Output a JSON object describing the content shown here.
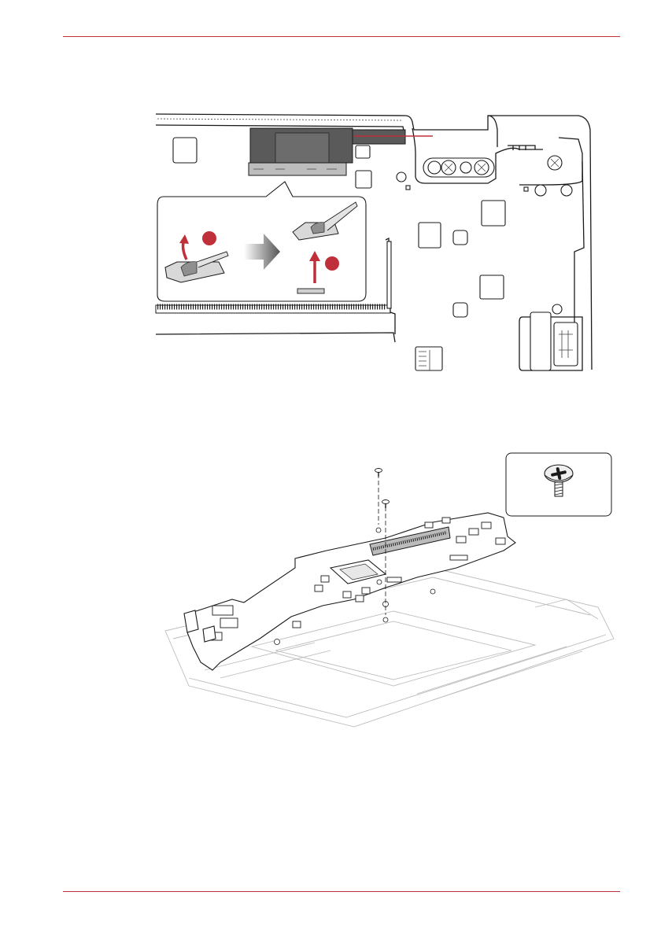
{
  "page": {
    "accent_color": "#c0303a",
    "figures": [
      {
        "name": "ribbon-cable-disconnect-illustration",
        "callout_color": "#c0303a",
        "step_markers": 2
      },
      {
        "name": "system-board-removal-illustration",
        "screws_shown": 2,
        "inset_icon": "phillips-screw-icon"
      }
    ]
  }
}
